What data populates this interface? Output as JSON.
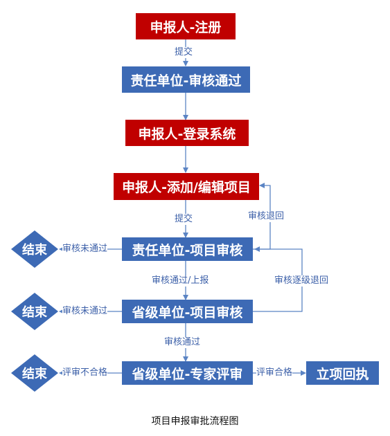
{
  "colors": {
    "red": "#c00000",
    "blue": "#3d6ab5",
    "line": "#5b84c4",
    "label": "#3b5fa8"
  },
  "nodes": {
    "register": "申报人-注册",
    "unit_approve": "责任单位-审核通过",
    "login": "申报人-登录系统",
    "add_edit": "申报人-添加/编辑项目",
    "unit_review": "责任单位-项目审核",
    "province_review": "省级单位-项目审核",
    "expert_review": "省级单位-专家评审",
    "receipt": "立项回执"
  },
  "end_label": "结束",
  "edge_labels": {
    "submit1": "提交",
    "submit2": "提交",
    "return": "审核退回",
    "not_pass1": "审核未通过",
    "pass_report": "审核通过/上报",
    "level_return": "审核逐级退回",
    "not_pass2": "审核未通过",
    "pass": "审核通过",
    "not_qualified": "评审不合格",
    "qualified": "评审合格"
  },
  "caption": "项目申报审批流程图"
}
